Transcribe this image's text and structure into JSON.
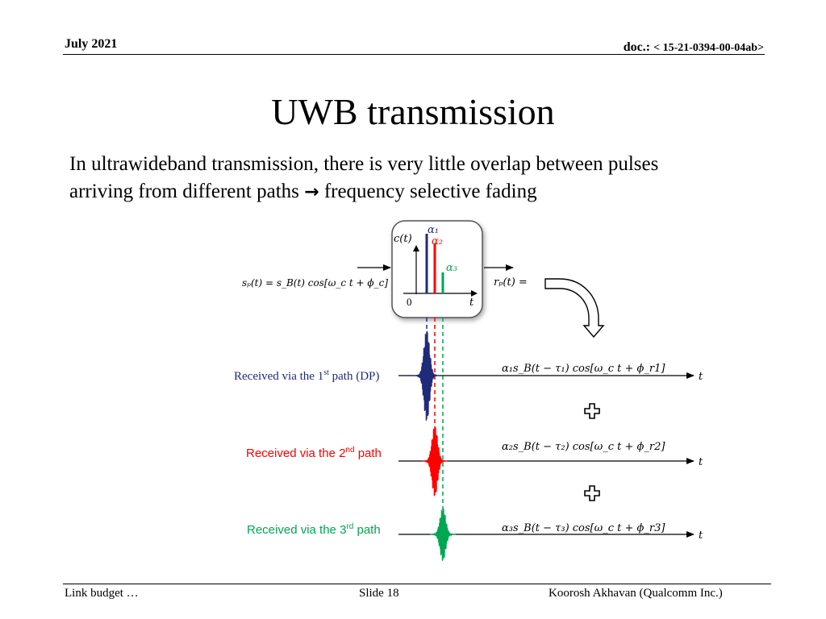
{
  "header": {
    "date": "July 2021",
    "doc_prefix": "doc.:",
    "doc_number": "15-21-0394-00-04ab"
  },
  "slide": {
    "title": "UWB transmission",
    "body_line1": "In ultrawideband transmission, there is very little overlap between pulses",
    "body_line2_pre": "arriving from different paths",
    "body_line2_post": "frequency selective fading",
    "arrow_glyph": "→"
  },
  "diagram": {
    "input_eq": "sₚ(t) = s_B(t) cos[ω_c t + ϕ_c]",
    "box_label": "c(t)",
    "origin_label": "0",
    "axis_t": "t",
    "output_eq": "rₚ(t) =",
    "alpha_labels": [
      "α₁",
      "α₂",
      "α₃"
    ],
    "paths": [
      {
        "label_pre": "Received via the 1",
        "sup": "st",
        "label_post": " path (DP)",
        "color": "#1f2a78",
        "equation": "α₁s_B(t − τ₁) cos[ω_c t + ϕ_r1]",
        "t": "t"
      },
      {
        "label_pre": "Received via the 2",
        "sup": "nd",
        "label_post": " path",
        "color": "#ff0000",
        "equation": "α₂s_B(t − τ₂) cos[ω_c t + ϕ_r2]",
        "t": "t"
      },
      {
        "label_pre": "Received via the 3",
        "sup": "rd",
        "label_post": " path",
        "color": "#00a651",
        "equation": "α₃s_B(t − τ₃) cos[ω_c t + ϕ_r3]",
        "t": "t"
      }
    ],
    "plus_glyph": "✚"
  },
  "footer": {
    "left": "Link budget …",
    "center": "Slide 18",
    "right": "Koorosh Akhavan (Qualcomm Inc.)"
  }
}
